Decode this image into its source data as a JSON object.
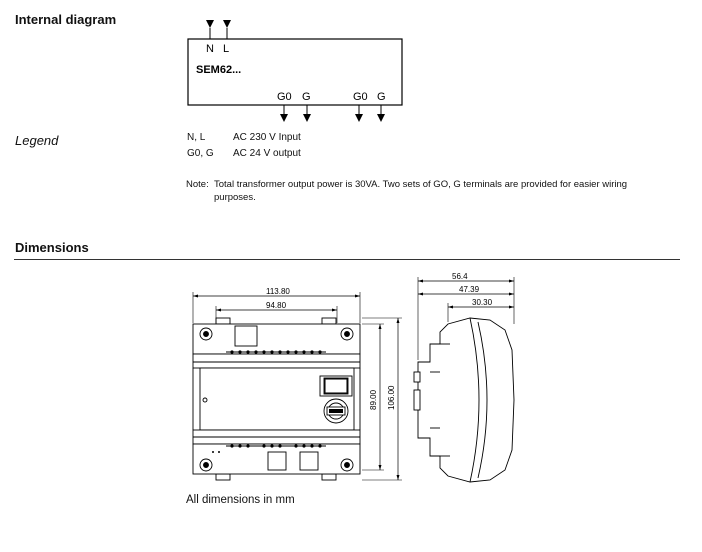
{
  "internal": {
    "heading": "Internal diagram",
    "device": "SEM62...",
    "top_terminals": [
      "N",
      "L"
    ],
    "bottom_terminals": [
      "G0",
      "G",
      "G0",
      "G"
    ]
  },
  "legend": {
    "title": "Legend",
    "rows": [
      {
        "code": "N, L",
        "desc": "AC 230 V Input"
      },
      {
        "code": "G0, G",
        "desc": "AC 24 V output"
      }
    ]
  },
  "note": {
    "label": "Note:",
    "line1": "Total transformer output power is 30VA. Two sets of GO, G terminals are provided for easier wiring",
    "line2": "purposes."
  },
  "dimensions": {
    "heading": "Dimensions",
    "front_width_outer": "113.80",
    "front_width_inner": "94.80",
    "front_height_inner": "89.00",
    "front_height_outer": "106.00",
    "side_depth_total": "56.4",
    "side_depth_mid": "47.39",
    "side_depth_front": "30.30",
    "footer": "All dimensions in mm"
  }
}
